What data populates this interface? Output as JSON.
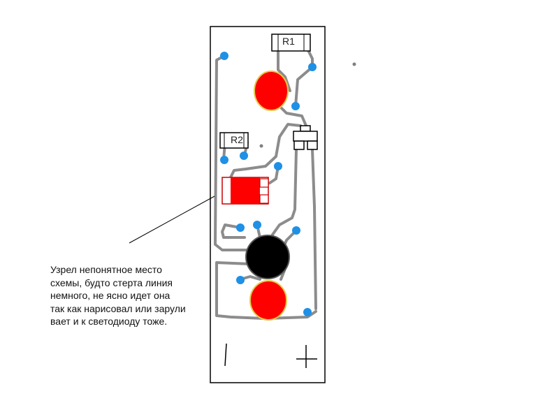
{
  "labels": {
    "r1": "R1",
    "r2": "R2"
  },
  "annotation": {
    "lines": [
      "Узрел непонятное место",
      "схемы, будто стерта линия",
      "немного, не ясно идет она",
      "так как нарисовал или зарули",
      "вает и к светодиоду тоже."
    ]
  },
  "colors": {
    "trace": "#8c8c8c",
    "pad": "#1e90e6",
    "led": "#ff0000",
    "led_outline": "#e6c84a",
    "transistor": "#000000",
    "component_outline": "#cc0000",
    "board_outline": "#000000"
  },
  "icons": {
    "minus_terminal": "minus-sign",
    "plus_terminal": "plus-sign"
  }
}
